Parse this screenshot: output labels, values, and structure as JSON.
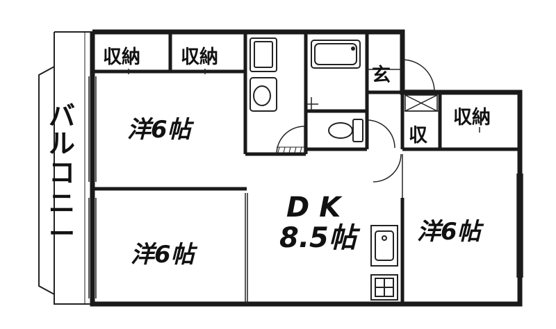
{
  "colors": {
    "wall": "#1a1a1a",
    "line": "#222222",
    "background": "#ffffff",
    "fixture": "#ffffff"
  },
  "labels": {
    "storage_1": "収納",
    "storage_2": "収納",
    "storage_3": "収納",
    "storage_small": "収",
    "entrance": "玄",
    "room_top_left": "洋6帖",
    "room_bottom_left": "洋6帖",
    "room_right": "洋6帖",
    "dk_title": "DK",
    "dk_size": "8.5帖",
    "balcony": [
      "バ",
      "ル",
      "コ",
      "ニ",
      "ー"
    ]
  },
  "icons": [
    "bathtub-icon",
    "washbasin-icon",
    "toilet-icon",
    "sink-icon",
    "stove-icon",
    "door-swing-icon"
  ]
}
